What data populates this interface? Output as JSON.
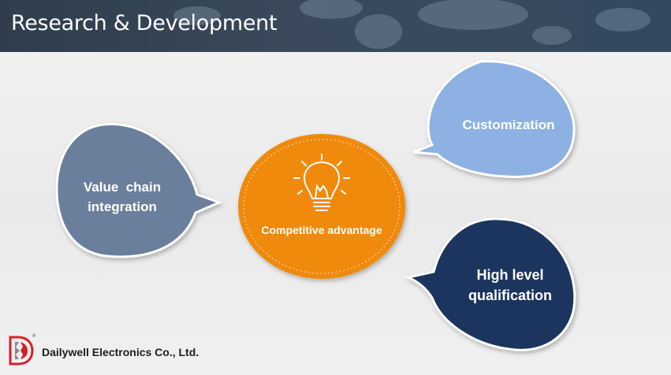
{
  "header": {
    "title": "Research & Development"
  },
  "center": {
    "label": "Competitive advantage"
  },
  "bubbles": {
    "value_chain": {
      "line1": "Value  chain",
      "line2": "integration"
    },
    "customization": {
      "label": "Customization"
    },
    "high_level": {
      "line1": "High level",
      "line2": "qualification"
    }
  },
  "footer": {
    "company": "Dailywell Electronics Co., Ltd.",
    "logo_mark": "DW",
    "registered": "®"
  },
  "colors": {
    "header_bg": "#34495e",
    "center_fill": "#f08a0b",
    "value_chain_fill": "#6b7f9c",
    "customization_fill": "#8db1e2",
    "high_level_fill": "#1d355e",
    "logo_red": "#d4202b"
  }
}
